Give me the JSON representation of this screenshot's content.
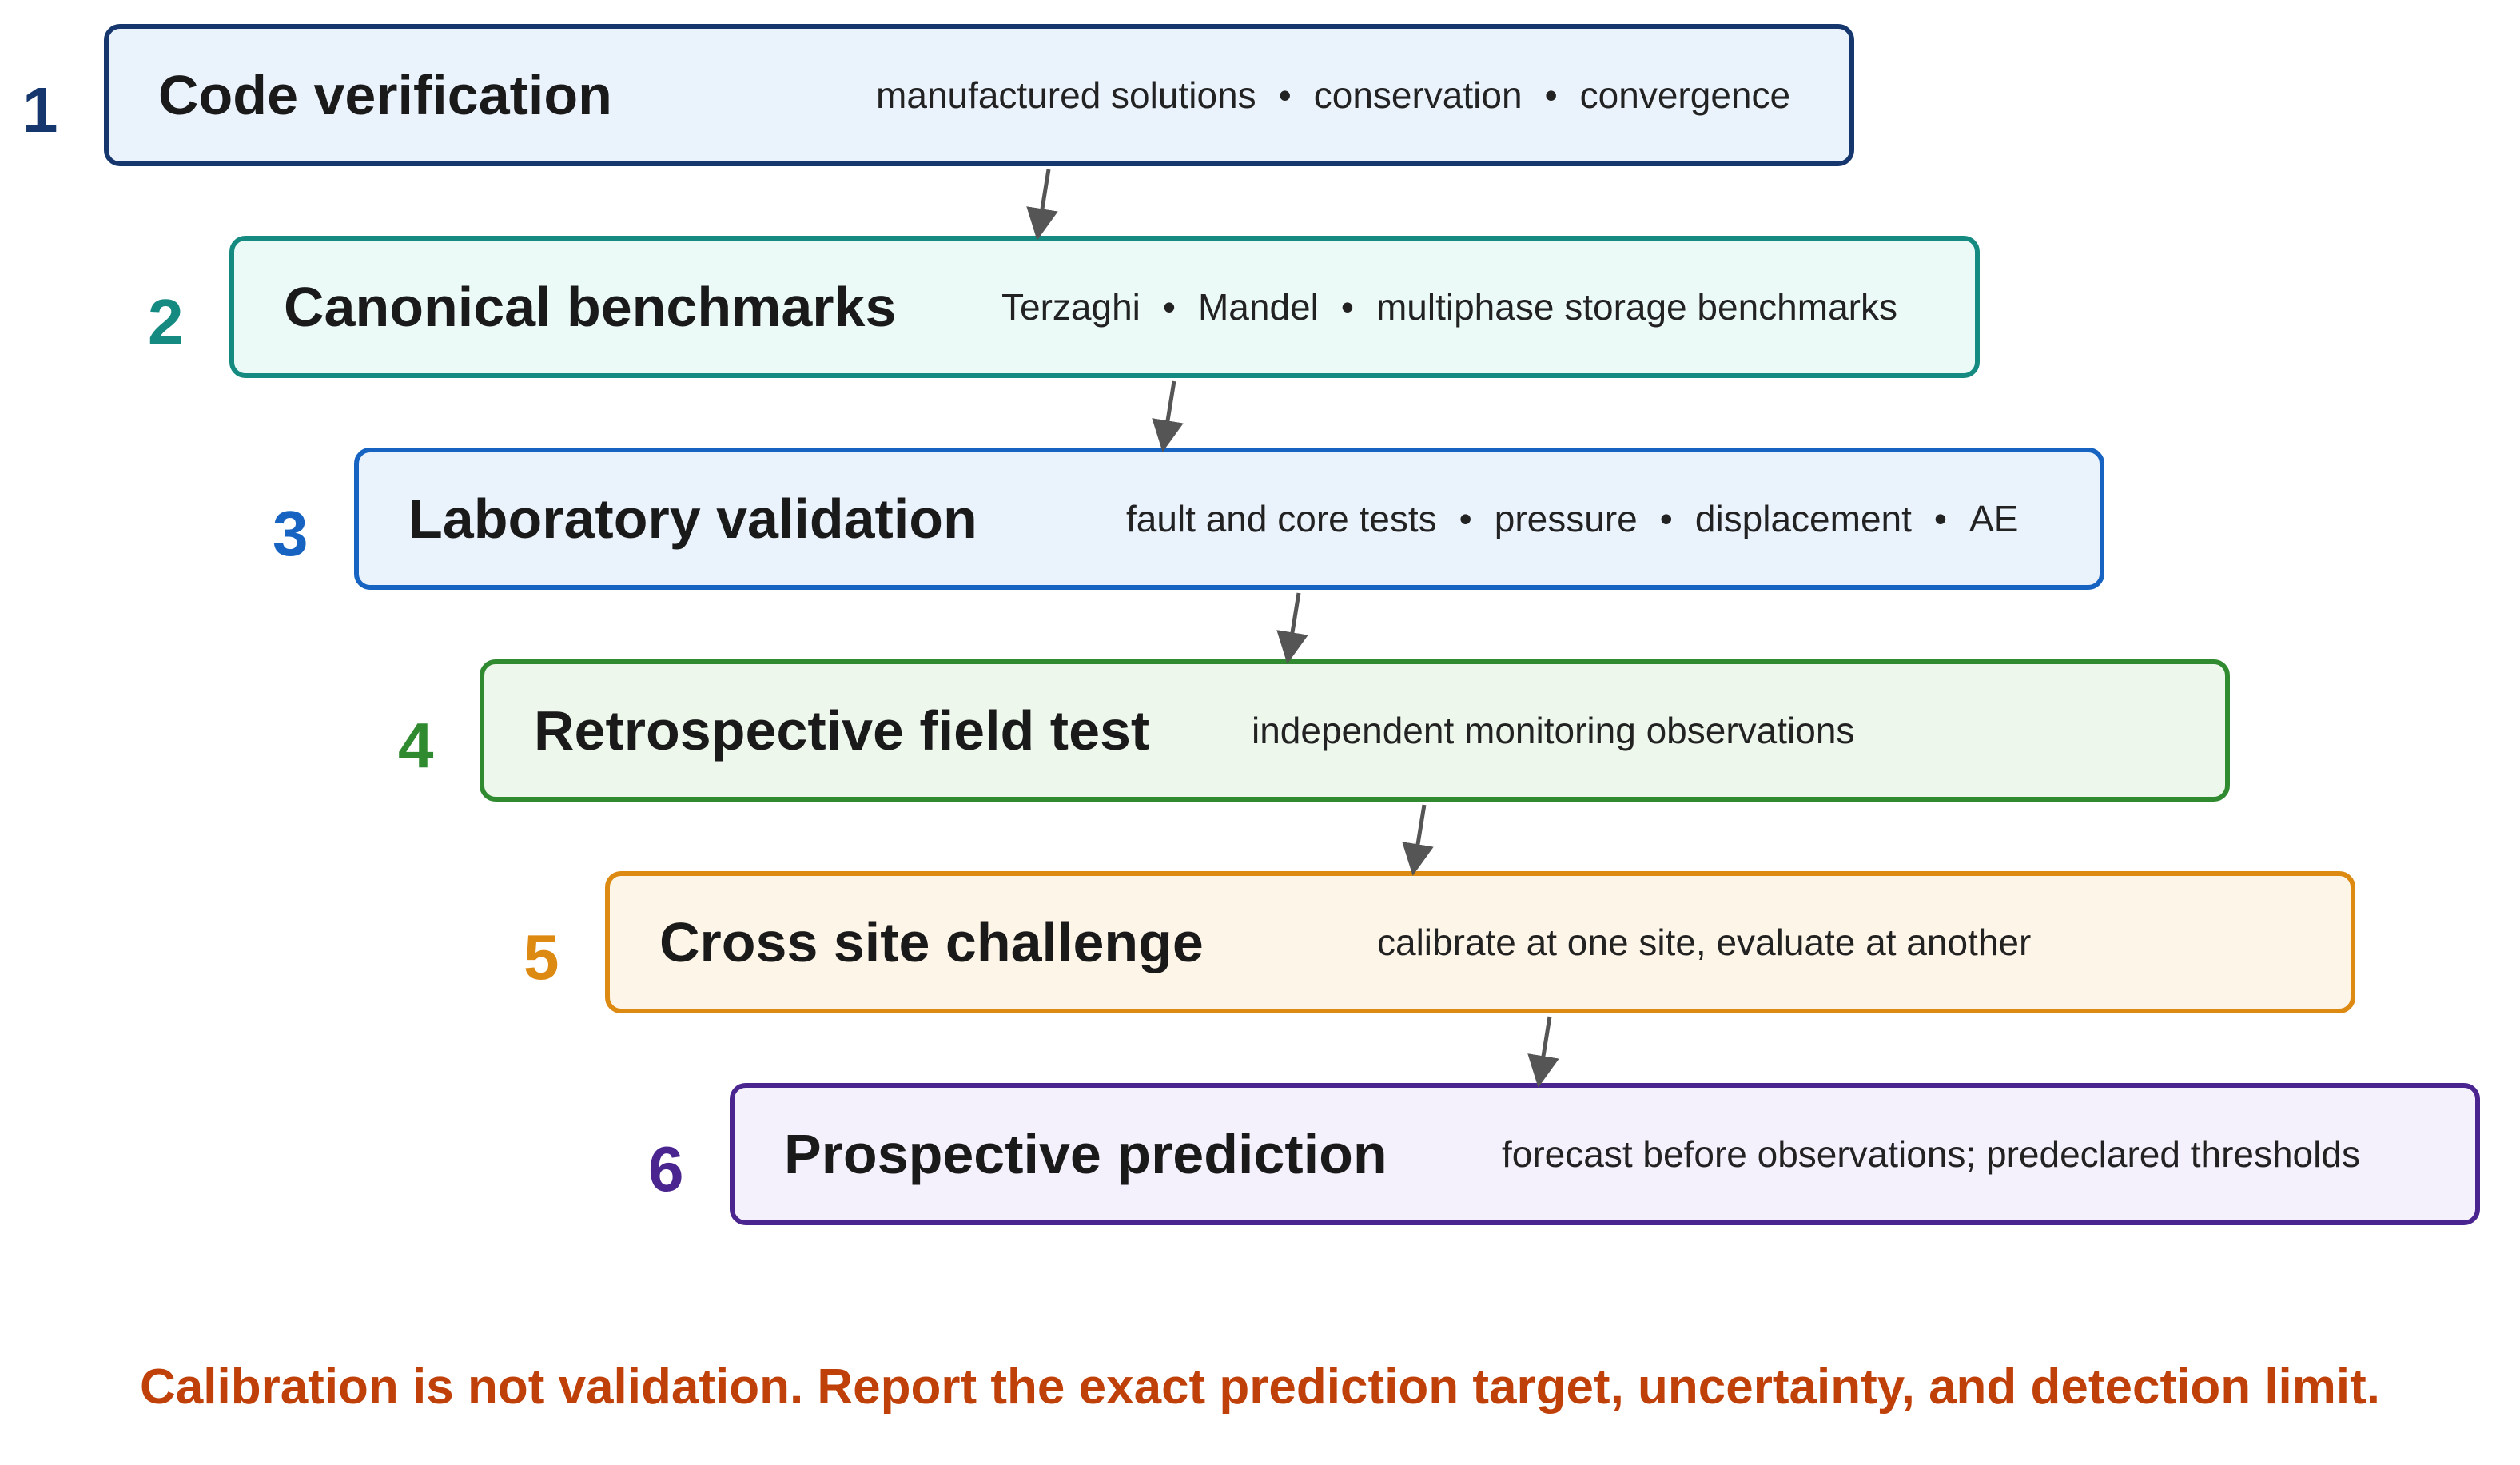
{
  "steps": [
    {
      "number": "1",
      "title": "Code verification",
      "details": [
        "manufactured solutions",
        "conservation",
        "convergence"
      ],
      "color": "#16376e",
      "fill": "#eaf2fc"
    },
    {
      "number": "2",
      "title": "Canonical benchmarks",
      "details": [
        "Terzaghi",
        "Mandel",
        "multiphase storage benchmarks"
      ],
      "color": "#148a80",
      "fill": "#ebf9f7"
    },
    {
      "number": "3",
      "title": "Laboratory validation",
      "details": [
        "fault and core tests",
        "pressure",
        "displacement",
        "AE"
      ],
      "color": "#1663c2",
      "fill": "#eaf2fc"
    },
    {
      "number": "4",
      "title": "Retrospective field test",
      "details": [
        "independent monitoring observations"
      ],
      "color": "#2f8a30",
      "fill": "#edf7ec"
    },
    {
      "number": "5",
      "title": "Cross site challenge",
      "details": [
        "calibrate at one site, evaluate at another"
      ],
      "color": "#dd8a12",
      "fill": "#fdf6e8"
    },
    {
      "number": "6",
      "title": "Prospective prediction",
      "details": [
        "forecast before observations; predeclared thresholds"
      ],
      "color": "#4a2590",
      "fill": "#f4f0fc"
    }
  ],
  "separator": "•",
  "footer": {
    "note": "Calibration is not validation. Report the exact prediction target, uncertainty, and detection limit.",
    "color": "#c0400a"
  },
  "arrow_color": "#555555"
}
